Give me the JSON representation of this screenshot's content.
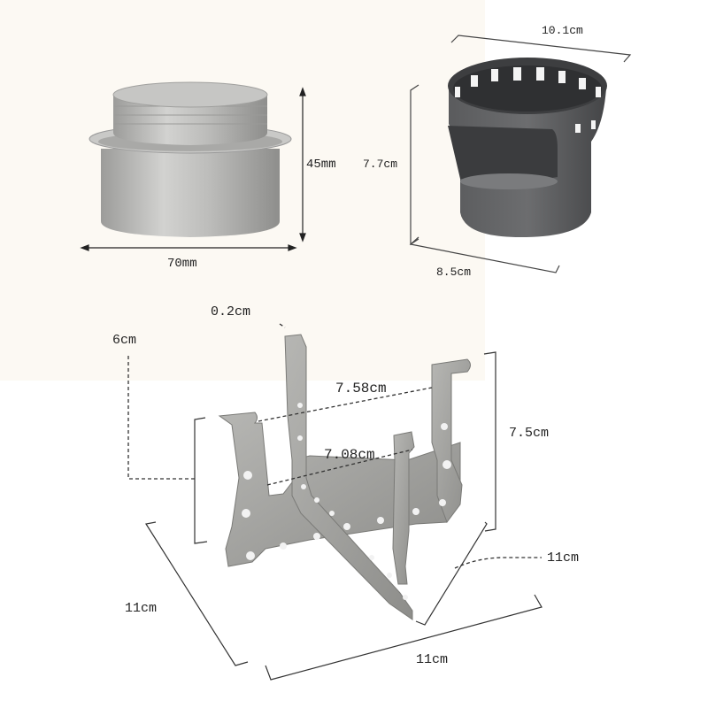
{
  "image": {
    "description": "Product dimension diagram of a camping alcohol stove set: fuel canister, windscreen pot stand, and folding cross stand",
    "background_colors": {
      "cream": "#fcf9f3",
      "white": "#ffffff"
    }
  },
  "items": [
    {
      "name": "alcohol-burner-canister",
      "color": "#b9b9b7",
      "dimensions": {
        "height": "45mm",
        "width": "70mm"
      }
    },
    {
      "name": "windscreen-cup",
      "color": "#4a4b4d",
      "dimensions": {
        "top_diameter": "10.1cm",
        "height": "7.7cm",
        "bottom_depth": "8.5cm"
      }
    },
    {
      "name": "cross-pot-stand",
      "color": "#a6a6a4",
      "dimensions": {
        "thickness": "0.2cm",
        "hook_height": "6cm",
        "outer_span": "7.58cm",
        "inner_span": "7.08cm",
        "height": "7.5cm",
        "base_depth": "11cm",
        "base_width": "11cm",
        "base_side": "11cm"
      }
    }
  ],
  "labels": {
    "burner_height": "45mm",
    "burner_width": "70mm",
    "cup_top": "10.1cm",
    "cup_height": "7.7cm",
    "cup_bottom": "8.5cm",
    "stand_thickness": "0.2cm",
    "stand_hook": "6cm",
    "stand_outer": "7.58cm",
    "stand_inner": "7.08cm",
    "stand_height": "7.5cm",
    "stand_right": "11cm",
    "stand_left": "11cm",
    "stand_bottom": "11cm"
  }
}
